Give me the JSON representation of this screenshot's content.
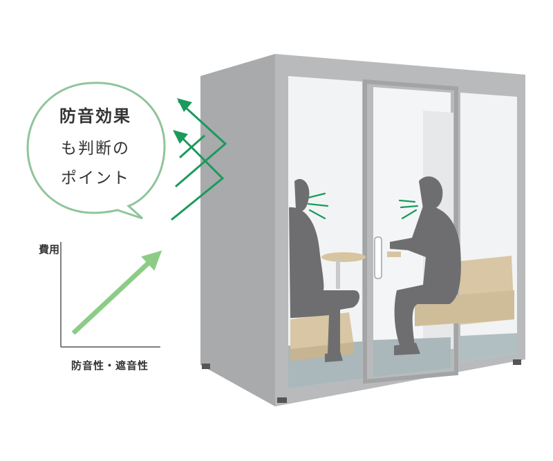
{
  "bubble": {
    "line1": "防音効果",
    "line2": "も判断の",
    "line3": "ポイント"
  },
  "graph": {
    "ylabel": "費用",
    "xlabel": "防音性・遮音性"
  },
  "colors": {
    "bubble_outline": "#8fc49a",
    "sound_arrow": "#1a9a5c",
    "trend_arrow": "#8ccc86",
    "booth_frame": "#b4b6b8",
    "glass": "#eef0f1",
    "person": "#6e6e70",
    "sofa": "#d9c7a6",
    "floor": "#a9b8bc"
  },
  "icons": {
    "sound_waves": "up-right-arrows-icon",
    "cost_trend": "rising-arrow-icon"
  }
}
